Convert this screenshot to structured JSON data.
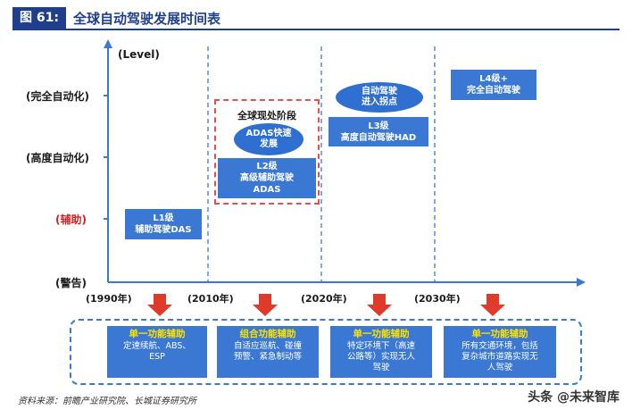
{
  "figure": {
    "number": "图 61:",
    "title": "全球自动驾驶发展时间表"
  },
  "y_axis": {
    "unit_label": "(Level)",
    "levels": [
      "(完全自动化)",
      "(高度自动化)",
      "(辅助)",
      "(警告)"
    ]
  },
  "x_axis": {
    "years": [
      "(1990年)",
      "(2010年)",
      "(2020年)",
      "(2030年)"
    ]
  },
  "stages": {
    "l1": {
      "line1": "L1级",
      "line2": "辅助驾驶DAS"
    },
    "l2": {
      "line1": "L2级",
      "line2": "高级辅助驾驶",
      "line3": "ADAS"
    },
    "l2_group_title": "全球现处阶段",
    "l2_bubble": {
      "line1": "ADAS快速",
      "line2": "发展"
    },
    "l3": {
      "line1": "L3级",
      "line2": "高度自动驾驶HAD"
    },
    "l3_bubble": {
      "line1": "自动驾驶",
      "line2": "进入拐点"
    },
    "l4": {
      "line1": "L4级+",
      "line2": "完全自动驾驶"
    }
  },
  "functions": [
    {
      "title": "单一功能辅助",
      "lines": [
        "定速续航、ABS、",
        "ESP"
      ]
    },
    {
      "title": "组合功能辅助",
      "lines": [
        "自适应巡航、碰撞",
        "预警、紧急制动等"
      ]
    },
    {
      "title": "单一功能辅助",
      "lines": [
        "特定环境下（高速",
        "公路等）实现无人",
        "驾驶"
      ]
    },
    {
      "title": "单一功能辅助",
      "lines": [
        "所有交通环境，包括",
        "复杂城市道路实现无",
        "人驾驶"
      ]
    }
  ],
  "source": "资料来源：前瞻产业研究院、长城证券研究所",
  "watermark": "头条 @未来智库",
  "colors": {
    "brand": "#1f3f8c",
    "box": "#3a78d4",
    "arrow": "#e03a2a",
    "alert": "#d42020",
    "highlight": "#ffe200"
  }
}
